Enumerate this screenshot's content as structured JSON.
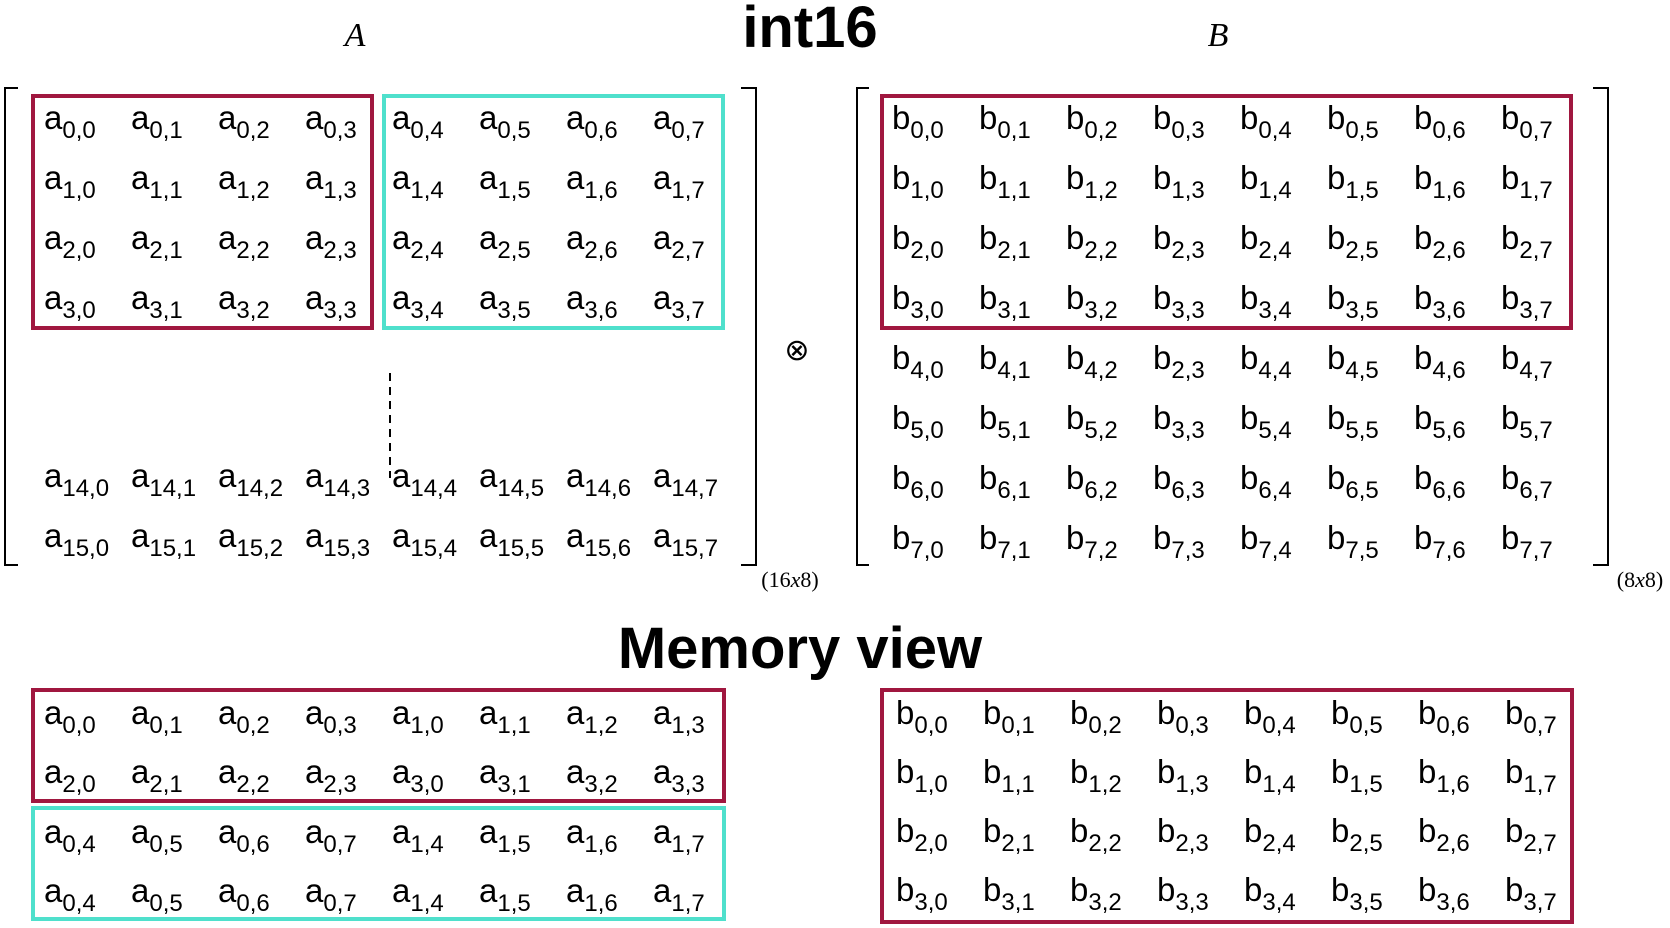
{
  "title_top": "int16",
  "title_bottom": "Memory view",
  "matrix_a": {
    "label": "A",
    "dims": "(16x8)",
    "top_rows": [
      [
        [
          "a",
          "0,0"
        ],
        [
          "a",
          "0,1"
        ],
        [
          "a",
          "0,2"
        ],
        [
          "a",
          "0,3"
        ],
        [
          "a",
          "0,4"
        ],
        [
          "a",
          "0,5"
        ],
        [
          "a",
          "0,6"
        ],
        [
          "a",
          "0,7"
        ]
      ],
      [
        [
          "a",
          "1,0"
        ],
        [
          "a",
          "1,1"
        ],
        [
          "a",
          "1,2"
        ],
        [
          "a",
          "1,3"
        ],
        [
          "a",
          "1,4"
        ],
        [
          "a",
          "1,5"
        ],
        [
          "a",
          "1,6"
        ],
        [
          "a",
          "1,7"
        ]
      ],
      [
        [
          "a",
          "2,0"
        ],
        [
          "a",
          "2,1"
        ],
        [
          "a",
          "2,2"
        ],
        [
          "a",
          "2,3"
        ],
        [
          "a",
          "2,4"
        ],
        [
          "a",
          "2,5"
        ],
        [
          "a",
          "2,6"
        ],
        [
          "a",
          "2,7"
        ]
      ],
      [
        [
          "a",
          "3,0"
        ],
        [
          "a",
          "3,1"
        ],
        [
          "a",
          "3,2"
        ],
        [
          "a",
          "3,3"
        ],
        [
          "a",
          "3,4"
        ],
        [
          "a",
          "3,5"
        ],
        [
          "a",
          "3,6"
        ],
        [
          "a",
          "3,7"
        ]
      ]
    ],
    "bottom_rows": [
      [
        [
          "a",
          "14,0"
        ],
        [
          "a",
          "14,1"
        ],
        [
          "a",
          "14,2"
        ],
        [
          "a",
          "14,3"
        ],
        [
          "a",
          "14,4"
        ],
        [
          "a",
          "14,5"
        ],
        [
          "a",
          "14,6"
        ],
        [
          "a",
          "14,7"
        ]
      ],
      [
        [
          "a",
          "15,0"
        ],
        [
          "a",
          "15,1"
        ],
        [
          "a",
          "15,2"
        ],
        [
          "a",
          "15,3"
        ],
        [
          "a",
          "15,4"
        ],
        [
          "a",
          "15,5"
        ],
        [
          "a",
          "15,6"
        ],
        [
          "a",
          "15,7"
        ]
      ]
    ]
  },
  "operator_symbol": "⊗",
  "matrix_b": {
    "label": "B",
    "dims": "(8x8)",
    "rows": [
      [
        [
          "b",
          "0,0"
        ],
        [
          "b",
          "0,1"
        ],
        [
          "b",
          "0,2"
        ],
        [
          "b",
          "0,3"
        ],
        [
          "b",
          "0,4"
        ],
        [
          "b",
          "0,5"
        ],
        [
          "b",
          "0,6"
        ],
        [
          "b",
          "0,7"
        ]
      ],
      [
        [
          "b",
          "1,0"
        ],
        [
          "b",
          "1,1"
        ],
        [
          "b",
          "1,2"
        ],
        [
          "b",
          "1,3"
        ],
        [
          "b",
          "1,4"
        ],
        [
          "b",
          "1,5"
        ],
        [
          "b",
          "1,6"
        ],
        [
          "b",
          "1,7"
        ]
      ],
      [
        [
          "b",
          "2,0"
        ],
        [
          "b",
          "2,1"
        ],
        [
          "b",
          "2,2"
        ],
        [
          "b",
          "2,3"
        ],
        [
          "b",
          "2,4"
        ],
        [
          "b",
          "2,5"
        ],
        [
          "b",
          "2,6"
        ],
        [
          "b",
          "2,7"
        ]
      ],
      [
        [
          "b",
          "3,0"
        ],
        [
          "b",
          "3,1"
        ],
        [
          "b",
          "3,2"
        ],
        [
          "b",
          "3,3"
        ],
        [
          "b",
          "3,4"
        ],
        [
          "b",
          "3,5"
        ],
        [
          "b",
          "3,6"
        ],
        [
          "b",
          "3,7"
        ]
      ],
      [
        [
          "b",
          "4,0"
        ],
        [
          "b",
          "4,1"
        ],
        [
          "b",
          "4,2"
        ],
        [
          "b",
          "2,3"
        ],
        [
          "b",
          "4,4"
        ],
        [
          "b",
          "4,5"
        ],
        [
          "b",
          "4,6"
        ],
        [
          "b",
          "4,7"
        ]
      ],
      [
        [
          "b",
          "5,0"
        ],
        [
          "b",
          "5,1"
        ],
        [
          "b",
          "5,2"
        ],
        [
          "b",
          "3,3"
        ],
        [
          "b",
          "5,4"
        ],
        [
          "b",
          "5,5"
        ],
        [
          "b",
          "5,6"
        ],
        [
          "b",
          "5,7"
        ]
      ],
      [
        [
          "b",
          "6,0"
        ],
        [
          "b",
          "6,1"
        ],
        [
          "b",
          "6,2"
        ],
        [
          "b",
          "6,3"
        ],
        [
          "b",
          "6,4"
        ],
        [
          "b",
          "6,5"
        ],
        [
          "b",
          "6,6"
        ],
        [
          "b",
          "6,7"
        ]
      ],
      [
        [
          "b",
          "7,0"
        ],
        [
          "b",
          "7,1"
        ],
        [
          "b",
          "7,2"
        ],
        [
          "b",
          "7,3"
        ],
        [
          "b",
          "7,4"
        ],
        [
          "b",
          "7,5"
        ],
        [
          "b",
          "7,6"
        ],
        [
          "b",
          "7,7"
        ]
      ]
    ]
  },
  "memory_a": {
    "red_rows": [
      [
        [
          "a",
          "0,0"
        ],
        [
          "a",
          "0,1"
        ],
        [
          "a",
          "0,2"
        ],
        [
          "a",
          "0,3"
        ],
        [
          "a",
          "1,0"
        ],
        [
          "a",
          "1,1"
        ],
        [
          "a",
          "1,2"
        ],
        [
          "a",
          "1,3"
        ]
      ],
      [
        [
          "a",
          "2,0"
        ],
        [
          "a",
          "2,1"
        ],
        [
          "a",
          "2,2"
        ],
        [
          "a",
          "2,3"
        ],
        [
          "a",
          "3,0"
        ],
        [
          "a",
          "3,1"
        ],
        [
          "a",
          "3,2"
        ],
        [
          "a",
          "3,3"
        ]
      ]
    ],
    "teal_rows": [
      [
        [
          "a",
          "0,4"
        ],
        [
          "a",
          "0,5"
        ],
        [
          "a",
          "0,6"
        ],
        [
          "a",
          "0,7"
        ],
        [
          "a",
          "1,4"
        ],
        [
          "a",
          "1,5"
        ],
        [
          "a",
          "1,6"
        ],
        [
          "a",
          "1,7"
        ]
      ],
      [
        [
          "a",
          "0,4"
        ],
        [
          "a",
          "0,5"
        ],
        [
          "a",
          "0,6"
        ],
        [
          "a",
          "0,7"
        ],
        [
          "a",
          "1,4"
        ],
        [
          "a",
          "1,5"
        ],
        [
          "a",
          "1,6"
        ],
        [
          "a",
          "1,7"
        ]
      ]
    ]
  },
  "memory_b": {
    "rows": [
      [
        [
          "b",
          "0,0"
        ],
        [
          "b",
          "0,1"
        ],
        [
          "b",
          "0,2"
        ],
        [
          "b",
          "0,3"
        ],
        [
          "b",
          "0,4"
        ],
        [
          "b",
          "0,5"
        ],
        [
          "b",
          "0,6"
        ],
        [
          "b",
          "0,7"
        ]
      ],
      [
        [
          "b",
          "1,0"
        ],
        [
          "b",
          "1,1"
        ],
        [
          "b",
          "1,2"
        ],
        [
          "b",
          "1,3"
        ],
        [
          "b",
          "1,4"
        ],
        [
          "b",
          "1,5"
        ],
        [
          "b",
          "1,6"
        ],
        [
          "b",
          "1,7"
        ]
      ],
      [
        [
          "b",
          "2,0"
        ],
        [
          "b",
          "2,1"
        ],
        [
          "b",
          "2,2"
        ],
        [
          "b",
          "2,3"
        ],
        [
          "b",
          "2,4"
        ],
        [
          "b",
          "2,5"
        ],
        [
          "b",
          "2,6"
        ],
        [
          "b",
          "2,7"
        ]
      ],
      [
        [
          "b",
          "3,0"
        ],
        [
          "b",
          "3,1"
        ],
        [
          "b",
          "3,2"
        ],
        [
          "b",
          "3,3"
        ],
        [
          "b",
          "3,4"
        ],
        [
          "b",
          "3,5"
        ],
        [
          "b",
          "3,6"
        ],
        [
          "b",
          "3,7"
        ]
      ]
    ]
  },
  "colors": {
    "red_box": "#a0173f",
    "teal_box": "#4fe0cc"
  }
}
